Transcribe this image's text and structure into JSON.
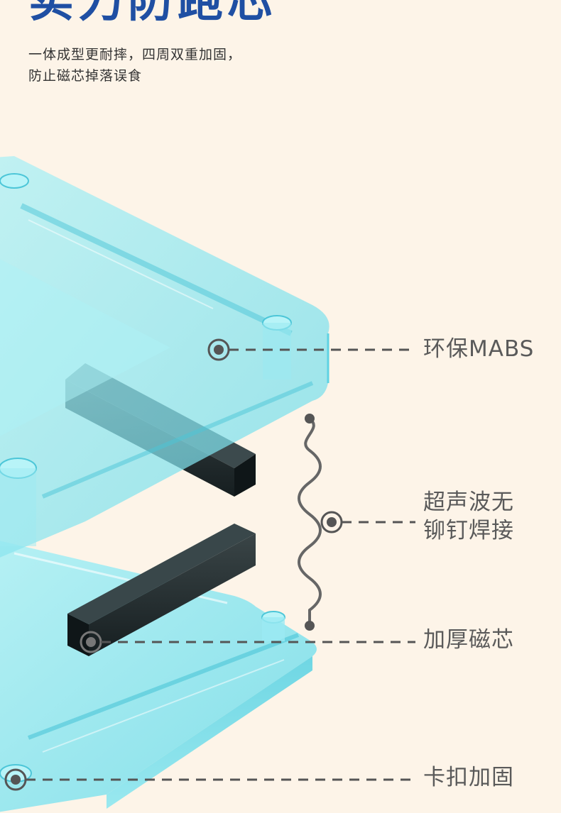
{
  "title": "实力防跑芯",
  "subtitle_lines": [
    "一体成型更耐摔，四周双重加固，",
    "防止磁芯掉落误食"
  ],
  "callouts": {
    "abs": "环保MABS",
    "weld_line1": "超声波无",
    "weld_line2": "铆钉焊接",
    "magnet": "加厚磁芯",
    "clip": "卡扣加固"
  },
  "colors": {
    "title": "#1f4fa3",
    "background": "#fdf4e8",
    "tile": "#7fe3ee",
    "tile_edge": "#5fd3e3",
    "magnet": "#1e2a2c",
    "leader": "#666666"
  }
}
